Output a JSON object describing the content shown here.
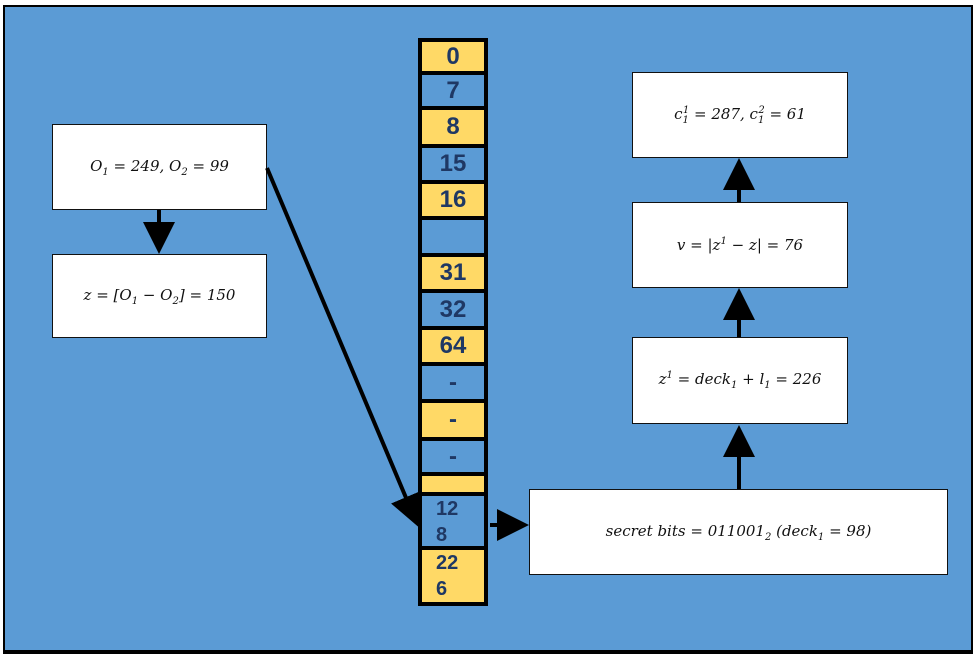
{
  "boxes": {
    "o_values": {
      "main1": "O",
      "sub1": "1",
      "mid": " = 249, ",
      "main2": "O",
      "sub2": "2",
      "end": " = 99"
    },
    "z_value": {
      "pre": "z = [O",
      "sub1": "1",
      "mid": " − O",
      "sub2": "2",
      "end": "] = 150"
    },
    "secret_bits": {
      "pre": "secret bits = 011001",
      "sub": "2",
      "end": " (deck",
      "sub2": "1",
      "tail": " = 98)"
    },
    "z1_value": {
      "pre": "z",
      "sup": "1",
      "mid": " = deck",
      "sub1": "1",
      "mid2": " + l",
      "sub2": "1",
      "end": " = 226"
    },
    "v_value": {
      "pre": "v = |z",
      "sup": "1",
      "end": " − z| = 76"
    },
    "c_values": {
      "pre": "c",
      "sub1": "1",
      "sup1": "1",
      "mid": " = 287, c",
      "sub2": "1",
      "sup2": "2",
      "end": " = 61"
    }
  },
  "column_cells": [
    {
      "label": "0",
      "color": "yellow"
    },
    {
      "label": "7",
      "color": "blue"
    },
    {
      "label": "8",
      "color": "yellow"
    },
    {
      "label": "15",
      "color": "blue"
    },
    {
      "label": "16",
      "color": "yellow"
    },
    {
      "label": "",
      "color": "blue"
    },
    {
      "label": "31",
      "color": "yellow"
    },
    {
      "label": "32",
      "color": "blue"
    },
    {
      "label": "64",
      "color": "yellow"
    },
    {
      "label": "-",
      "color": "blue"
    },
    {
      "label": "-",
      "color": "yellow"
    },
    {
      "label": "-",
      "color": "blue"
    },
    {
      "label": "",
      "color": "yellow"
    },
    {
      "label": "12\n8",
      "color": "blue"
    },
    {
      "label": "22\n6",
      "color": "yellow"
    }
  ],
  "colors": {
    "background": "#5b9bd5",
    "cell_yellow": "#ffd966",
    "cell_blue": "#5b9bd5",
    "text_dark_blue": "#1f3864"
  }
}
